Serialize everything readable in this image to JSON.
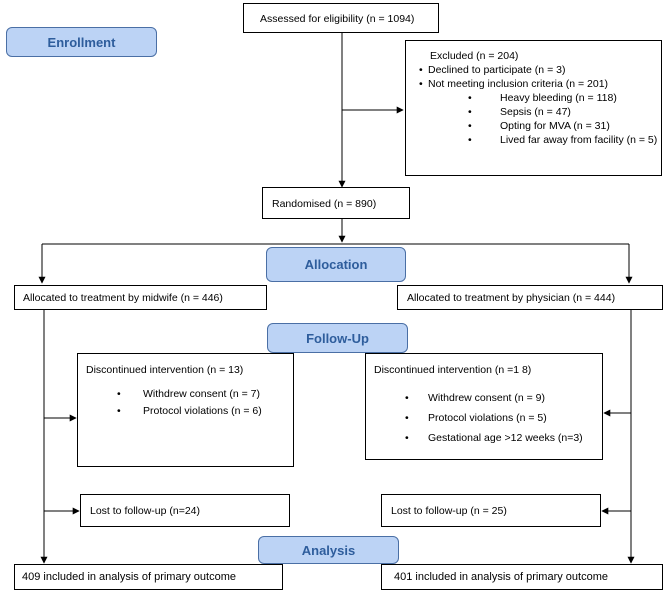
{
  "stages": {
    "enrollment": "Enrollment",
    "allocation": "Allocation",
    "followup": "Follow-Up",
    "analysis": "Analysis"
  },
  "assessed": "Assessed for eligibility (n = 1094)",
  "excluded": {
    "title": "Excluded (n = 204)",
    "items": [
      "Declined to participate (n = 3)",
      "Not meeting inclusion criteria (n = 201)"
    ],
    "subitems": [
      "Heavy bleeding (n = 118)",
      "Sepsis (n = 47)",
      "Opting for MVA (n = 31)",
      "Lived far away from facility (n = 5)"
    ]
  },
  "randomised": "Randomised (n = 890)",
  "alloc_midwife": "Allocated to treatment by midwife (n = 446)",
  "alloc_physician": "Allocated to treatment by physician (n = 444)",
  "discontinued_left": {
    "title": "Discontinued intervention (n = 13)",
    "items": [
      "Withdrew consent (n = 7)",
      "Protocol violations (n = 6)"
    ]
  },
  "discontinued_right": {
    "title": "Discontinued intervention (n =1 8)",
    "items": [
      "Withdrew consent (n = 9)",
      "Protocol violations (n = 5)",
      "Gestational age >12 weeks (n=3)"
    ]
  },
  "lost_left": "Lost to follow-up (n=24)",
  "lost_right": "Lost to follow-up (n = 25)",
  "analysis_left": "409 included in analysis of primary outcome",
  "analysis_right": "401 included in analysis of primary outcome"
}
